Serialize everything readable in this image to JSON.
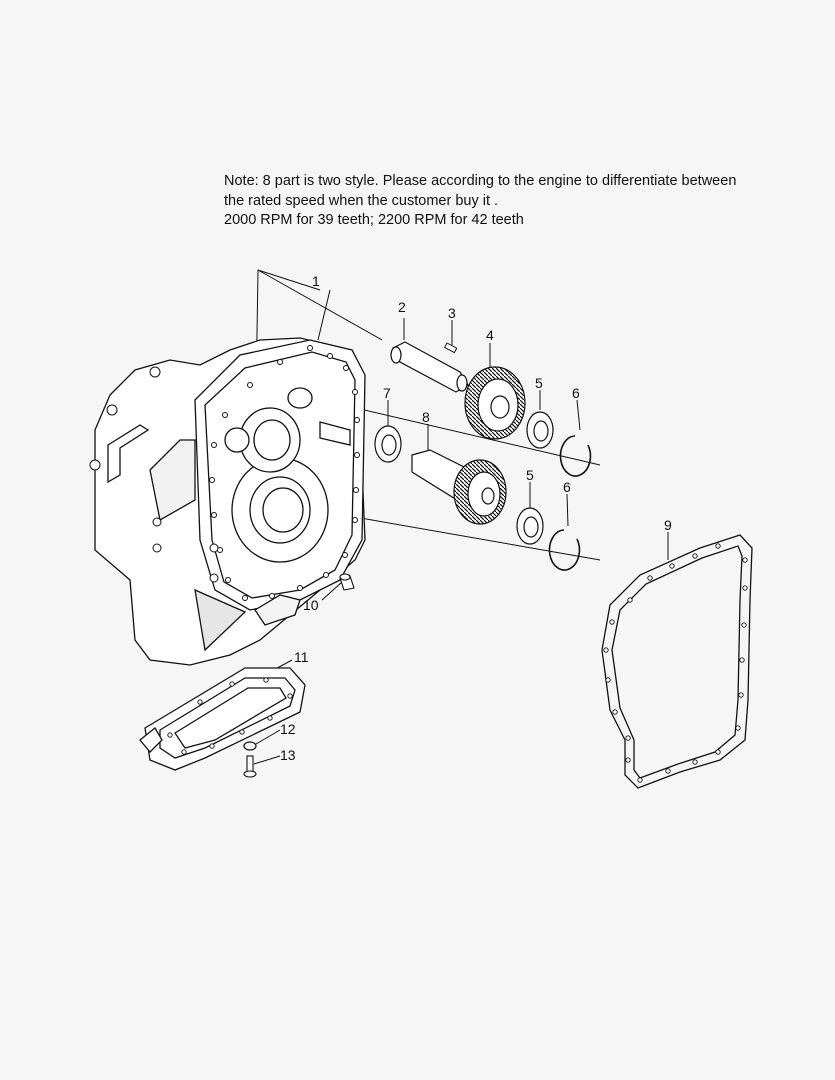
{
  "note": {
    "line1": "Note: 8 part is two style. Please according to the engine to differentiate between",
    "line2": "the rated speed when the customer buy it .",
    "line3": "2000 RPM for 39 teeth; 2200 RPM for 42 teeth"
  },
  "callouts": {
    "c1": "1",
    "c2": "2",
    "c3": "3",
    "c4": "4",
    "c5a": "5",
    "c5b": "5",
    "c6a": "6",
    "c6b": "6",
    "c7": "7",
    "c8": "8",
    "c9": "9",
    "c10": "10",
    "c11": "11",
    "c12": "12",
    "c13": "13"
  }
}
